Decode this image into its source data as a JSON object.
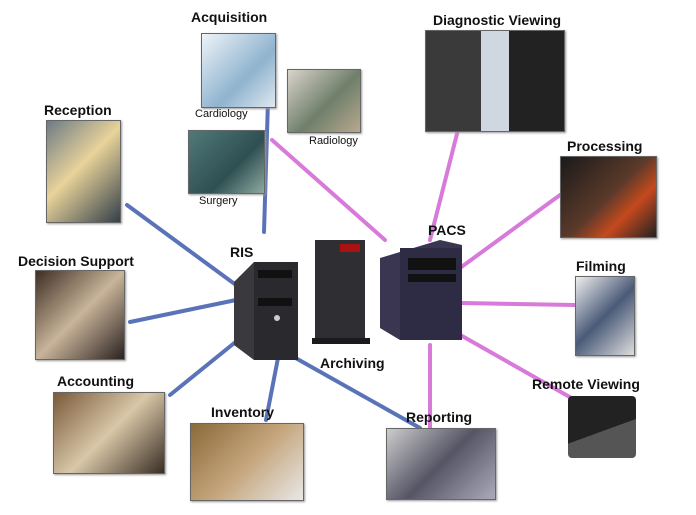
{
  "colors": {
    "ris_link": "#5a73b8",
    "pacs_link": "#d77ad9",
    "server_dark": "#2a2a2e",
    "pacs_server": "#3a3550"
  },
  "nodes": {
    "acquisition": "Acquisition",
    "cardiology": "Cardiology",
    "radiology": "Radiology",
    "surgery": "Surgery",
    "diagnostic_viewing": "Diagnostic Viewing",
    "reception": "Reception",
    "processing": "Processing",
    "pacs": "PACS",
    "ris": "RIS",
    "decision_support": "Decision Support",
    "filming": "Filming",
    "archiving": "Archiving",
    "accounting": "Accounting",
    "inventory": "Inventory",
    "reporting": "Reporting",
    "remote_viewing": "Remote Viewing"
  }
}
